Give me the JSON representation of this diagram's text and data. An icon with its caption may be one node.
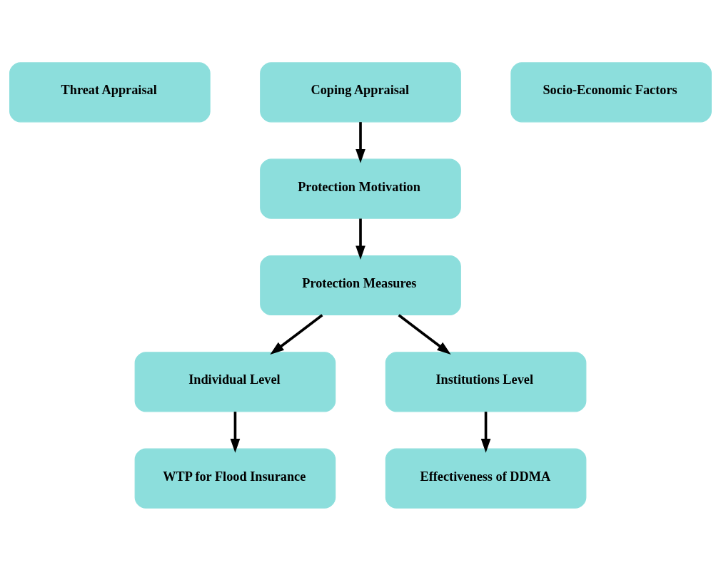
{
  "diagram": {
    "nodes": [
      {
        "text": [
          "Threat Appraisal"
        ]
      },
      {
        "text": [
          "Coping Appraisal"
        ]
      },
      {
        "text": [
          "Socio-Economic Factors"
        ]
      },
      {
        "text": [
          "Protection Motivation"
        ]
      },
      {
        "text": [
          "Protection Measures"
        ]
      },
      {
        "text": [
          "Individual Level"
        ]
      },
      {
        "text": [
          "Institutions Level"
        ]
      },
      {
        "text": [
          "WTP for Flood Insurance"
        ]
      },
      {
        "text": [
          "Effectiveness of DDMA"
        ]
      }
    ],
    "edges": [
      {
        "from": 1,
        "to": 3,
        "arrow": "to"
      },
      {
        "from": 3,
        "to": 4,
        "arrow": "to"
      },
      {
        "from": 4,
        "to": 5,
        "arrow": "to"
      },
      {
        "from": 4,
        "to": 6,
        "arrow": "to"
      },
      {
        "from": 5,
        "to": 7,
        "arrow": "to"
      },
      {
        "from": 6,
        "to": 8,
        "arrow": "to"
      }
    ]
  }
}
